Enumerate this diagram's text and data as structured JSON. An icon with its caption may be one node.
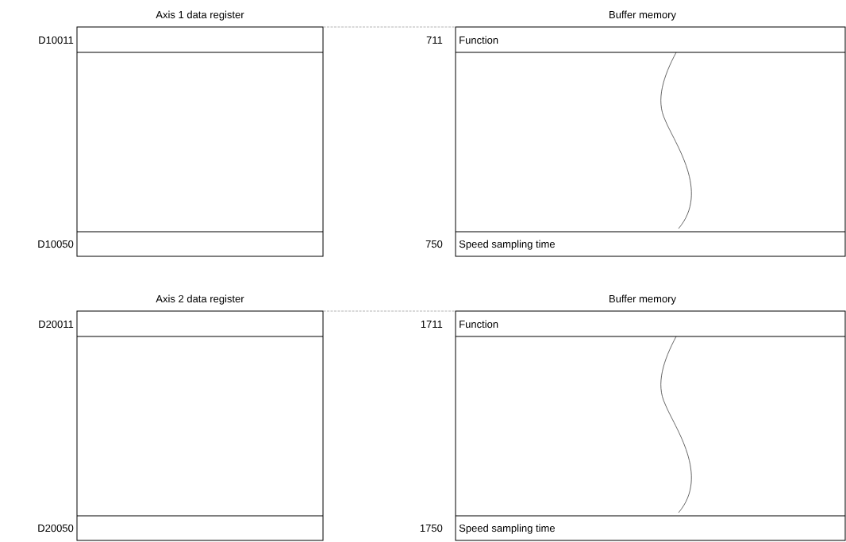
{
  "diagram": {
    "nodes": [
      {
        "text": [
          "Axis 1 data register"
        ]
      },
      {
        "text": [
          "Buffer memory",
          "Function",
          "Speed sampling time"
        ]
      },
      {
        "text": [
          "Axis 2 data register"
        ]
      },
      {
        "text": [
          "Buffer memory",
          "Function",
          "Speed sampling time"
        ]
      }
    ],
    "edges": [
      {
        "from": 0,
        "to": 1,
        "arrow": "none",
        "style": "dashed",
        "color": "#808080"
      },
      {
        "from": 2,
        "to": 3,
        "arrow": "none",
        "style": "dashed",
        "color": "#808080"
      }
    ],
    "labels": [
      "D10011",
      "711",
      "D10050",
      "750",
      "D20011",
      "1711",
      "D20050",
      "1750"
    ]
  }
}
